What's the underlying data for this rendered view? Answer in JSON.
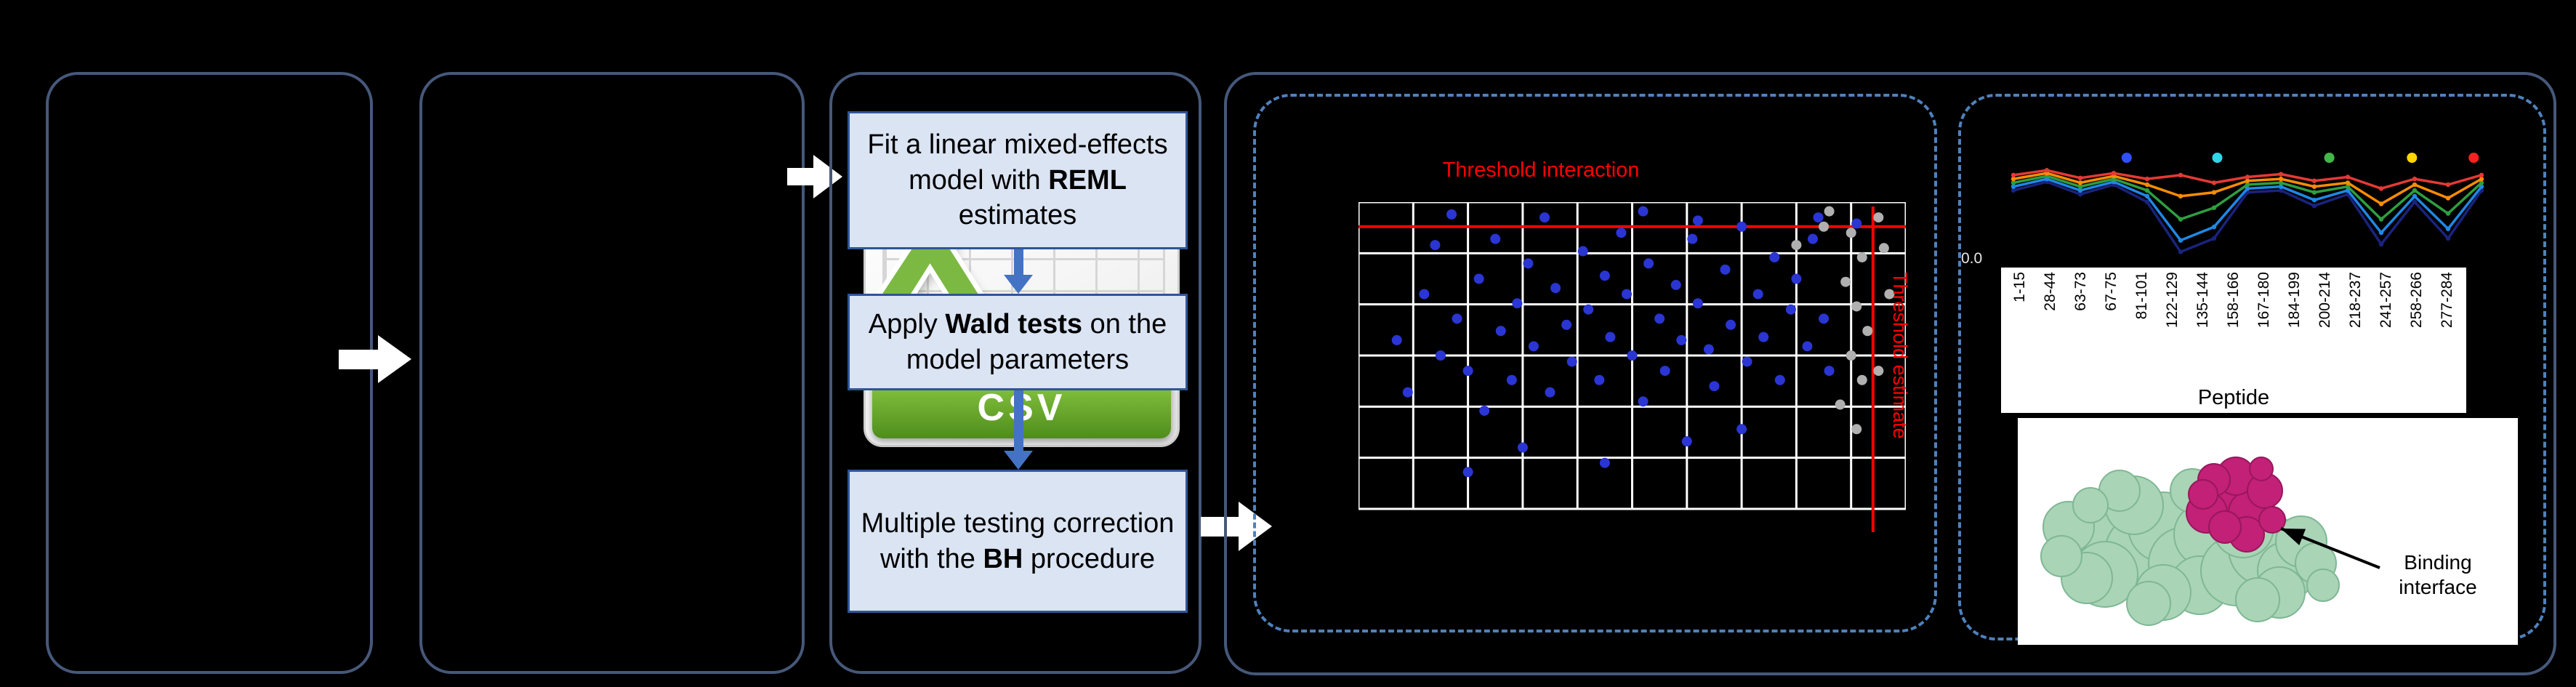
{
  "colors": {
    "background": "#000000",
    "panel_border": "#46587a",
    "dashed_border": "#4f81bd",
    "step_box_fill": "#dbe4f3",
    "step_box_border": "#2f5597",
    "flow_arrow": "#ffffff",
    "threshold_red": "#ff0000"
  },
  "csv_icon": {
    "letter": "X",
    "label": "CSV"
  },
  "flow": {
    "steps": [
      {
        "pre": "Fit a linear mixed-effects model with ",
        "bold": "REML",
        "post": " estimates"
      },
      {
        "pre": "Apply ",
        "bold": "Wald tests",
        "post": " on the model parameters"
      },
      {
        "pre": "Multiple testing correction\nwith the ",
        "bold": "BH",
        "post": " procedure"
      }
    ]
  },
  "chart_data": [
    {
      "id": "volcano",
      "type": "scatter",
      "title": "Threshold interaction",
      "ylabel_right": "Threshold estimate",
      "grid": true,
      "grid_cols": 10,
      "grid_rows": 6,
      "threshold_y": 8,
      "threshold_x": 94,
      "point_color_main": "#2a35d4",
      "point_color_secondary": "#b0b0b0",
      "blue_points": [
        [
          17,
          4
        ],
        [
          34,
          5
        ],
        [
          52,
          3
        ],
        [
          62,
          6
        ],
        [
          70,
          8
        ],
        [
          84,
          5
        ],
        [
          91,
          7
        ],
        [
          7,
          45
        ],
        [
          9,
          62
        ],
        [
          12,
          30
        ],
        [
          14,
          14
        ],
        [
          15,
          50
        ],
        [
          18,
          38
        ],
        [
          20,
          55
        ],
        [
          22,
          25
        ],
        [
          23,
          68
        ],
        [
          25,
          12
        ],
        [
          26,
          42
        ],
        [
          28,
          58
        ],
        [
          29,
          33
        ],
        [
          31,
          20
        ],
        [
          32,
          47
        ],
        [
          35,
          62
        ],
        [
          36,
          28
        ],
        [
          38,
          40
        ],
        [
          39,
          52
        ],
        [
          41,
          16
        ],
        [
          42,
          35
        ],
        [
          44,
          58
        ],
        [
          45,
          24
        ],
        [
          46,
          44
        ],
        [
          48,
          10
        ],
        [
          49,
          30
        ],
        [
          50,
          50
        ],
        [
          52,
          65
        ],
        [
          53,
          20
        ],
        [
          55,
          38
        ],
        [
          56,
          55
        ],
        [
          58,
          27
        ],
        [
          59,
          45
        ],
        [
          61,
          12
        ],
        [
          62,
          33
        ],
        [
          64,
          48
        ],
        [
          65,
          60
        ],
        [
          67,
          22
        ],
        [
          68,
          40
        ],
        [
          71,
          52
        ],
        [
          73,
          30
        ],
        [
          74,
          44
        ],
        [
          76,
          18
        ],
        [
          77,
          58
        ],
        [
          79,
          35
        ],
        [
          80,
          25
        ],
        [
          82,
          47
        ],
        [
          83,
          12
        ],
        [
          85,
          38
        ],
        [
          86,
          55
        ],
        [
          30,
          80
        ],
        [
          45,
          85
        ],
        [
          60,
          78
        ],
        [
          20,
          88
        ],
        [
          70,
          74
        ]
      ],
      "gray_points": [
        [
          90,
          10
        ],
        [
          92,
          18
        ],
        [
          89,
          26
        ],
        [
          91,
          34
        ],
        [
          93,
          42
        ],
        [
          90,
          50
        ],
        [
          92,
          58
        ],
        [
          88,
          66
        ],
        [
          91,
          74
        ],
        [
          96,
          15
        ],
        [
          97,
          30
        ],
        [
          95,
          55
        ],
        [
          85,
          8
        ],
        [
          80,
          14
        ],
        [
          86,
          3
        ],
        [
          95,
          5
        ]
      ]
    },
    {
      "id": "uptake",
      "type": "line",
      "xlabel": "Peptide",
      "y_tick_label": "0.0",
      "categories": [
        "1-15",
        "28-44",
        "63-73",
        "67-75",
        "81-101",
        "122-129",
        "135-144",
        "158-166",
        "167-180",
        "184-199",
        "200-214",
        "218-237",
        "241-257",
        "258-266",
        "277-284"
      ],
      "series": [
        {
          "name": "navy",
          "color": "#1a237e",
          "values": [
            0.72,
            0.81,
            0.68,
            0.78,
            0.6,
            0.08,
            0.22,
            0.7,
            0.72,
            0.56,
            0.68,
            0.16,
            0.6,
            0.22,
            0.72
          ]
        },
        {
          "name": "blue",
          "color": "#1e88e5",
          "values": [
            0.76,
            0.84,
            0.72,
            0.81,
            0.66,
            0.2,
            0.34,
            0.74,
            0.76,
            0.62,
            0.72,
            0.28,
            0.66,
            0.32,
            0.76
          ]
        },
        {
          "name": "green",
          "color": "#2e9e3f",
          "values": [
            0.8,
            0.87,
            0.76,
            0.84,
            0.72,
            0.42,
            0.54,
            0.78,
            0.8,
            0.7,
            0.76,
            0.42,
            0.72,
            0.48,
            0.8
          ]
        },
        {
          "name": "orange",
          "color": "#fb8c00",
          "values": [
            0.84,
            0.9,
            0.8,
            0.87,
            0.78,
            0.66,
            0.7,
            0.82,
            0.84,
            0.76,
            0.8,
            0.58,
            0.78,
            0.64,
            0.84
          ]
        },
        {
          "name": "red",
          "color": "#e53935",
          "values": [
            0.88,
            0.93,
            0.85,
            0.9,
            0.84,
            0.88,
            0.8,
            0.86,
            0.89,
            0.82,
            0.86,
            0.74,
            0.84,
            0.78,
            0.88
          ]
        }
      ],
      "top_dots": [
        {
          "color": "#3050ff",
          "fx": 0.245
        },
        {
          "color": "#30d5e8",
          "fx": 0.427
        },
        {
          "color": "#43b649",
          "fx": 0.652
        },
        {
          "color": "#ffd500",
          "fx": 0.818
        },
        {
          "color": "#ff2020",
          "fx": 0.942
        }
      ]
    }
  ],
  "protein": {
    "annotation": "Binding interface"
  }
}
